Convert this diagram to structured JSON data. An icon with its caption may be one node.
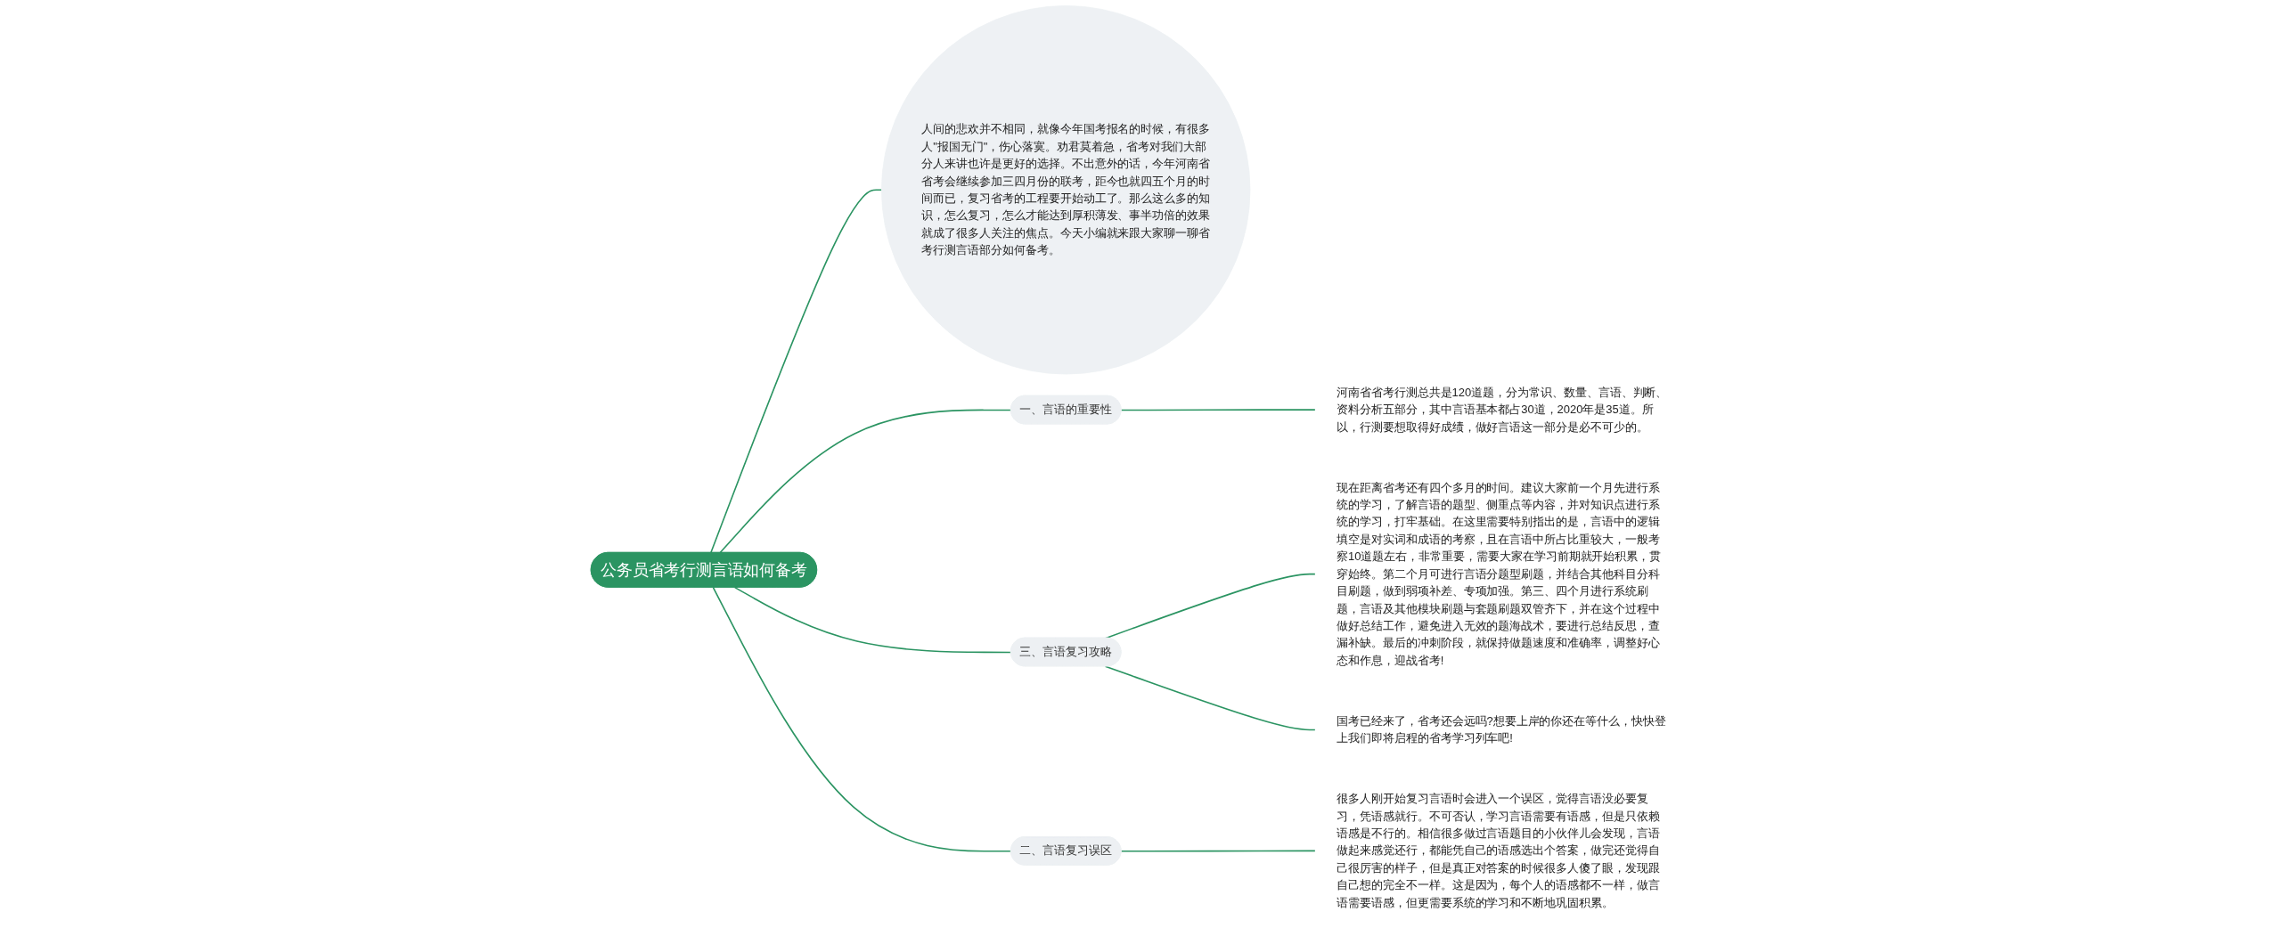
{
  "diagram": {
    "nodes": [
      {
        "text": [
          "公务员省考行测言语如何备考"
        ]
      },
      {
        "text": [
          "人间的悲欢并不相同，就像今年国考报名的时候，有很多人\"报国无门\"，伤心落寞。劝君莫着急，省考对我们大部分人来讲也许是更好的选择。不出意外的话，今年河南省省考会继续参加三四月份的联考，距今也就四五个月的时间而已，复习省考的工程要开始动工了。那么这么多的知识，怎么复习，怎么才能达到厚积薄发、事半功倍的效果就成了很多人关注的焦点。今天小编就来跟大家聊一聊省考行测言语部分如何备考。"
        ]
      },
      {
        "text": [
          "一、言语的重要性"
        ]
      },
      {
        "text": [
          "河南省省考行测总共是120道题，分为常识、数量、言语、判断、资料分析五部分，其中言语基本都占30道，2020年是35道。所以，行测要想取得好成绩，做好言语这一部分是必不可少的。"
        ]
      },
      {
        "text": [
          "三、言语复习攻略"
        ]
      },
      {
        "text": [
          "现在距离省考还有四个多月的时间。建议大家前一个月先进行系统的学习，了解言语的题型、侧重点等内容，并对知识点进行系统的学习，打牢基础。在这里需要特别指出的是，言语中的逻辑填空是对实词和成语的考察，且在言语中所占比重较大，一般考察10道题左右，非常重要，需要大家在学习前期就开始积累，贯穿始终。第二个月可进行言语分题型刷题，并结合其他科目分科目刷题，做到弱项补差、专项加强。第三、四个月进行系统刷题，言语及其他模块刷题与套题刷题双管齐下，并在这个过程中做好总结工作，避免进入无效的题海战术，要进行总结反思，查漏补缺。最后的冲刺阶段，就保持做题速度和准确率，调整好心态和作息，迎战省考!"
        ]
      },
      {
        "text": [
          "国考已经来了，省考还会远吗?想要上岸的你还在等什么，快快登上我们即将启程的省考学习列车吧!"
        ]
      },
      {
        "text": [
          "二、言语复习误区"
        ]
      },
      {
        "text": [
          "很多人刚开始复习言语时会进入一个误区，觉得言语没必要复习，凭语感就行。不可否认，学习言语需要有语感，但是只依赖语感是不行的。相信很多做过言语题目的小伙伴儿会发现，言语做起来感觉还行，都能凭自己的语感选出个答案，做完还觉得自己很厉害的样子，但是真正对答案的时候很多人傻了眼，发现跟自己想的完全不一样。这是因为，每个人的语感都不一样，做言语需要语感，但更需要系统的学习和不断地巩固积累。"
        ]
      }
    ],
    "edges": [
      {
        "from": 0,
        "to": 1,
        "arrow": "none"
      },
      {
        "from": 0,
        "to": 2,
        "arrow": "none"
      },
      {
        "from": 2,
        "to": 3,
        "arrow": "none"
      },
      {
        "from": 0,
        "to": 4,
        "arrow": "none"
      },
      {
        "from": 4,
        "to": 5,
        "arrow": "none"
      },
      {
        "from": 4,
        "to": 6,
        "arrow": "none"
      },
      {
        "from": 0,
        "to": 7,
        "arrow": "none"
      },
      {
        "from": 7,
        "to": 8,
        "arrow": "none"
      }
    ]
  }
}
